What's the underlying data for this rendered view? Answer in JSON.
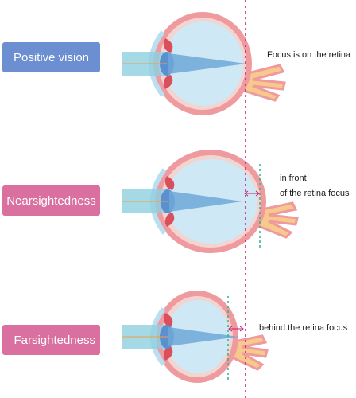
{
  "colors": {
    "positive_label": "#6b8fd0",
    "myopia_label": "#d9709f",
    "hyperopia_label": "#d9709f",
    "sclera": "#ee9a9e",
    "choroid": "#f2d4d0",
    "vitreous": "#cfe8f5",
    "lens": "#5a8fd0",
    "light_beam": "#8ecfe0",
    "focus_line": "#c2187a",
    "optic_nerve": "#f7c98a"
  },
  "rows": [
    {
      "label": "Positive vision",
      "note_lines": [
        "Focus is on the retina"
      ]
    },
    {
      "label": "Nearsightedness",
      "note_lines": [
        "in front",
        "of the retina focus"
      ]
    },
    {
      "label": "Farsightedness",
      "note_lines": [
        "behind the retina focus"
      ]
    }
  ],
  "side_id": "653535689"
}
